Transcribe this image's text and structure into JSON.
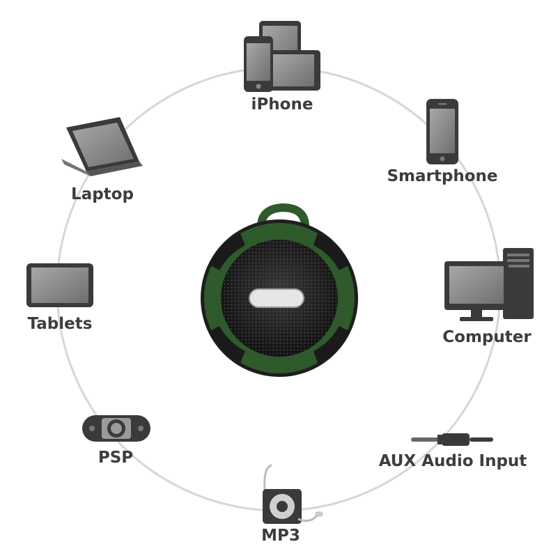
{
  "devices": [
    {
      "key": "iphone",
      "label": "iPhone",
      "icon": "phones-tablets-icon"
    },
    {
      "key": "smartphone",
      "label": "Smartphone",
      "icon": "smartphone-icon"
    },
    {
      "key": "computer",
      "label": "Computer",
      "icon": "desktop-computer-icon"
    },
    {
      "key": "aux",
      "label": "AUX Audio Input",
      "icon": "audio-jack-icon"
    },
    {
      "key": "mp3",
      "label": "MP3",
      "icon": "mp3-player-icon"
    },
    {
      "key": "psp",
      "label": "PSP",
      "icon": "psp-icon"
    },
    {
      "key": "tablets",
      "label": "Tablets",
      "icon": "tablet-icon"
    },
    {
      "key": "laptop",
      "label": "Laptop",
      "icon": "laptop-icon"
    }
  ],
  "center": {
    "icon": "bluetooth-speaker-icon",
    "color": "#2f5a2c"
  },
  "colors": {
    "ring": "#d4d4d4",
    "label": "#3d3d3d",
    "device": "#3a3a3a",
    "screen": "#8a8a8a"
  }
}
